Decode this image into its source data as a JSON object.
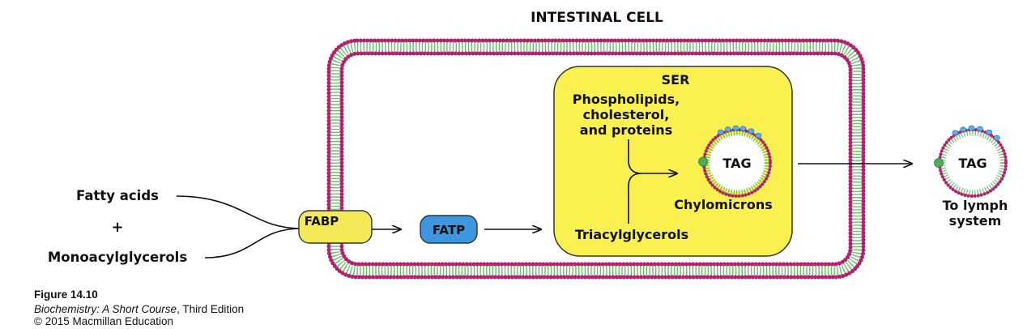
{
  "diagram": {
    "cell_title": "INTESTINAL CELL",
    "inputs": {
      "fatty_acids": "Fatty acids",
      "plus": "+",
      "monoacylglycerols": "Monoacylglycerols"
    },
    "fabp": "FABP",
    "fatp": "FATP",
    "ser": {
      "title": "SER",
      "lipids": [
        "Phospholipids,",
        "cholesterol,",
        "and proteins"
      ],
      "triacylglycerols": "Triacylglycerols",
      "chylomicrons": "Chylomicrons",
      "tag": "TAG"
    },
    "output": {
      "tag": "TAG",
      "label": [
        "To lymph",
        "system"
      ]
    },
    "colors": {
      "membrane_head": "#b0236b",
      "membrane_tail": "#6fbf73",
      "fabp_fill": "#f4ea57",
      "fatp_fill": "#3c97e0",
      "ser_fill": "#faf04f",
      "protein_blue": "#5aaee6",
      "protein_green": "#4fae5a"
    }
  },
  "caption": {
    "figure": "Figure 14.10",
    "book": "Biochemistry: A Short Course",
    "edition": ", Third Edition",
    "copyright": "© 2015 Macmillan Education"
  }
}
